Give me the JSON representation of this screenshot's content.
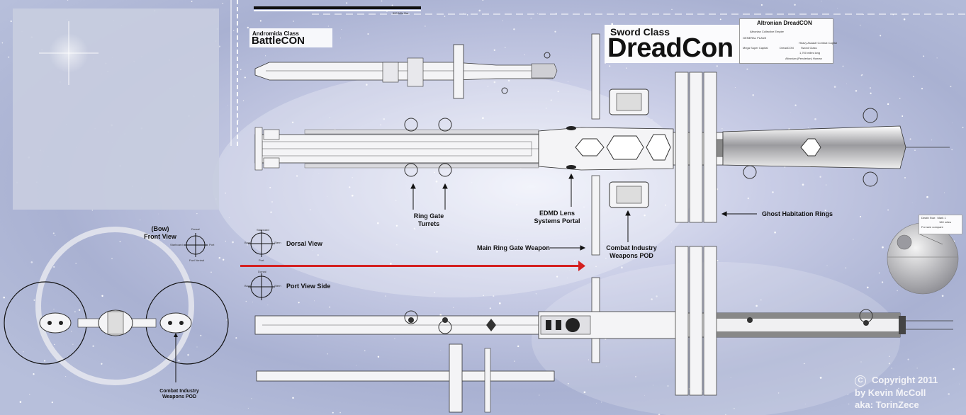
{
  "title": {
    "class_name": "Sword Class",
    "ship_name": "DreadCon"
  },
  "battlecon": {
    "class_name": "Andromida Class",
    "ship_name": "BattleCON"
  },
  "spec_block": {
    "header": "Altronian   DreadCON",
    "rows": [
      "Altronian Collective Empire",
      "GENERAL PLANS",
      "Heavy Assault Combat Capital",
      "Mega Super Capital",
      "DreadCON",
      "Sword Class",
      "1,700 miles long",
      "Altronian (Penderian) Human"
    ]
  },
  "scale_bar_label": "500 Mile Bar",
  "callouts": {
    "ring_gate_turrets": [
      "Ring Gate",
      "Turrets"
    ],
    "edmd_lens": [
      "EDMD Lens",
      "Systems Portal"
    ],
    "ghost_rings": "Ghost Habitation Rings",
    "main_ring_gate": "Main Ring Gate Weapon",
    "combat_pod": [
      "Combat Industry",
      "Weapons POD"
    ],
    "combat_pod_front": [
      "Combat Industry",
      "Weapons POD"
    ]
  },
  "views": {
    "bow": [
      "(Bow)",
      "Front View"
    ],
    "dorsal": "Dorsal View",
    "port_side": "Port View Side"
  },
  "compass": {
    "top": [
      "Dorsal",
      "Port",
      "Starboard",
      "Port"
    ],
    "words": {
      "dorsal": "Dorsal",
      "aft": "Aft",
      "fore": "Fore",
      "port": "Port",
      "stern": "Stern",
      "bow": "Bow",
      "starboard": "Starboard",
      "fwd_ventral": "Fwd Ventral"
    }
  },
  "death_star": {
    "label": "Death Star : Mark 1",
    "size": "160 miles",
    "note": "For size compare"
  },
  "copyright": {
    "line1": "Copyright 2011",
    "line2": "by Kevin McColl",
    "line3": "aka: TorinZece",
    "symbol": "C"
  },
  "colors": {
    "arrow": "#d42020",
    "panel": "#c8cde0",
    "hull": "#f4f4f6",
    "dark_hull": "#9a9a9e",
    "ring": "#e6e8ee"
  }
}
